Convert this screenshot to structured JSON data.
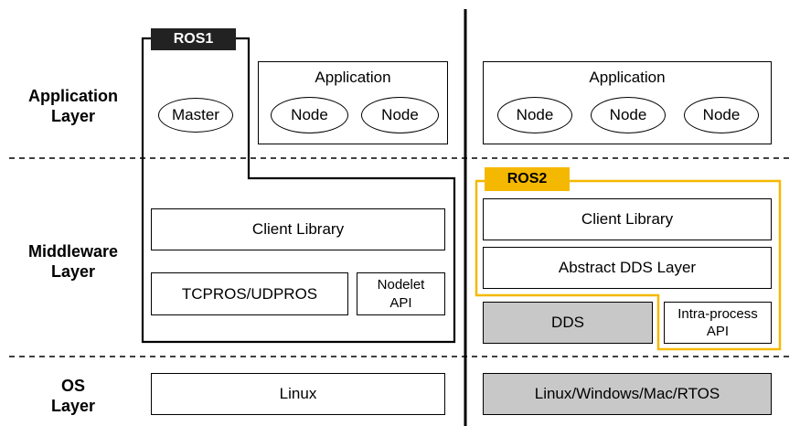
{
  "layers": {
    "application": "Application\nLayer",
    "middleware": "Middleware\nLayer",
    "os": "OS\nLayer"
  },
  "ros1": {
    "tag": "ROS1",
    "master": "Master",
    "application": "Application",
    "nodes": [
      "Node",
      "Node"
    ],
    "client_library": "Client Library",
    "tcpros": "TCPROS/UDPROS",
    "nodelet": "Nodelet\nAPI",
    "os": "Linux"
  },
  "ros2": {
    "tag": "ROS2",
    "application": "Application",
    "nodes": [
      "Node",
      "Node",
      "Node"
    ],
    "client_library": "Client Library",
    "abstract_dds": "Abstract DDS Layer",
    "dds": "DDS",
    "intra_process": "Intra-process\nAPI",
    "os": "Linux/Windows/Mac/RTOS"
  },
  "colors": {
    "ros1_tag": "#222222",
    "ros2_accent": "#f5b800",
    "gray_box": "#c8c8c8"
  }
}
